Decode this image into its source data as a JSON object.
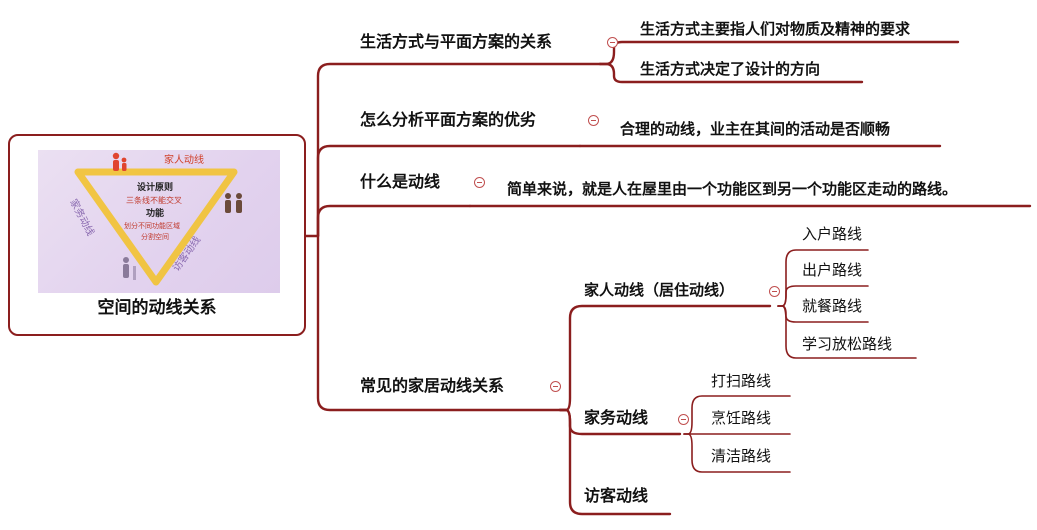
{
  "root": {
    "title": "空间的动线关系",
    "image": {
      "top_label": "家人动线",
      "left_label": "家务动线",
      "right_label": "访客动线",
      "center_line1": "设计原则",
      "center_line2": "三条线不能交叉",
      "center_line3": "功能",
      "center_line4": "划分不同功能区域",
      "center_line5": "分割空间"
    }
  },
  "branches": [
    {
      "label": "生活方式与平面方案的关系",
      "children": [
        "生活方式主要指人们对物质及精神的要求",
        "生活方式决定了设计的方向"
      ]
    },
    {
      "label": "怎么分析平面方案的优劣",
      "children": [
        "合理的动线，业主在其间的活动是否顺畅"
      ]
    },
    {
      "label": "什么是动线",
      "children": [
        "简单来说，就是人在屋里由一个功能区到另一个功能区走动的路线。"
      ]
    },
    {
      "label": "常见的家居动线关系",
      "children": [
        {
          "label": "家人动线（居住动线）",
          "children": [
            "入户路线",
            "出户路线",
            "就餐路线",
            "学习放松路线"
          ]
        },
        {
          "label": "家务动线",
          "children": [
            "打扫路线",
            "烹饪路线",
            "清洁路线"
          ]
        },
        {
          "label": "访客动线",
          "children": []
        }
      ]
    }
  ],
  "colors": {
    "line": "#8b1e1e",
    "accent": "#c0392b",
    "image_bg": "#e5d6ef",
    "gold": "#f2c230"
  }
}
